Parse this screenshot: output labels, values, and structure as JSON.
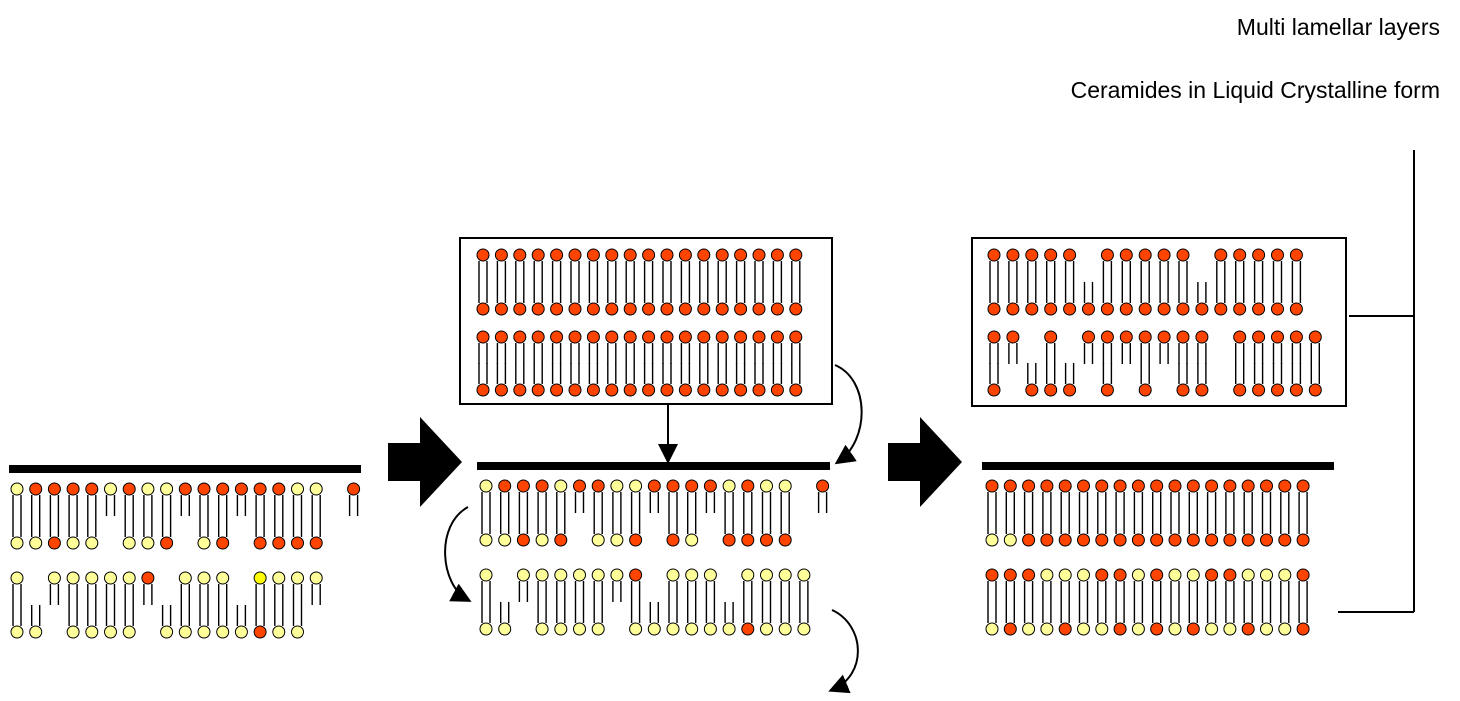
{
  "labels": {
    "multi_lamellar": "Multi lamellar layers",
    "ceramides": "Ceramides in Liquid Crystalline form"
  },
  "colors": {
    "yellow_head": "#ffff99",
    "red_head": "#ff4400",
    "bright_yellow": "#ffff00",
    "stroke": "#000000"
  },
  "panels": {
    "left": {
      "rows": [
        "YRRRRYRYYRRRRRRYY_R",
        "YYRYY_YYR_YR_RRRR",
        "Y_YYYYYR_YYY_BYYY",
        "YY_YYYY_YYYYYRYY"
      ]
    },
    "middle": {
      "box_rows": [
        "RRRRRRRRRRRRRRRRRR",
        "RRRRRRRRRRRRRRRRRR",
        "RRRRRRRRRRRRRRRRRR",
        "RRRRRRRRRRRRRRRRRR"
      ],
      "rows": [
        "YRRRYRRYYRRRRYRYY_R",
        "YYRYR_YYR_RY_RRRR",
        "Y_YYYYYYR_YYY_YYYY",
        "YY_YYYY_YYYYYYRYYY"
      ]
    },
    "right": {
      "box_rows": [
        "RRRRR_RRRRR_RRRRR",
        "RRRRRRRRRRRRRRRRR",
        "RR_R_RRRRRRR_RRRRR",
        "R_RRR_R_R_RR_RRRRR"
      ],
      "rows": [
        "RRRRRRRRRRRRRRRRRR",
        "YYRRRRRRRRRRRRRRRR",
        "RRRYYYRRYRYYRRYYYR",
        "YRYYRYYRYRYRYYRYYR"
      ]
    }
  }
}
